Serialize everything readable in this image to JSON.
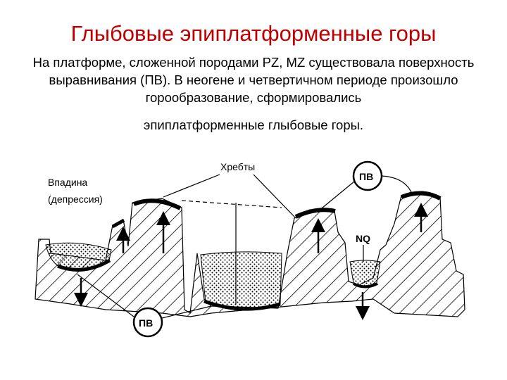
{
  "title": "Глыбовые эпиплатформенные горы",
  "paragraph": "На платформе, сложенной породами PZ, MZ существовала поверхность выравнивания (ПВ). В неогене и четвертичном периоде произошло горообразование, сформировались",
  "paragraph_end": "эпиплатформенные глыбовые горы.",
  "labels": {
    "depression_line1": "Впадина",
    "depression_line2": "(депрессия)",
    "ridges": "Хребты",
    "pv_top": "ПВ",
    "pv_bottom": "ПВ",
    "nq": "NQ"
  }
}
